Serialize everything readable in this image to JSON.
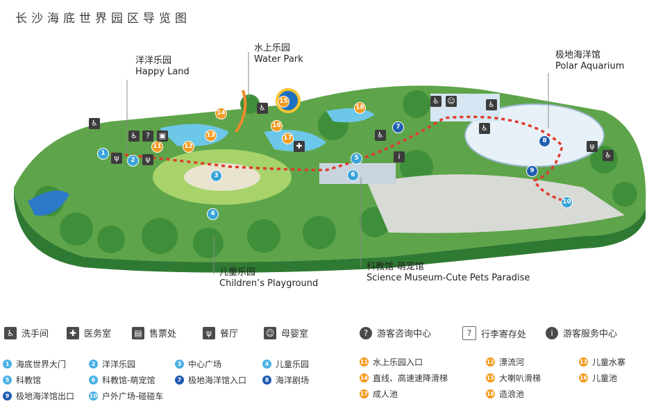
{
  "title": "长沙海底世界园区导览图",
  "areas": [
    {
      "zh": "洋洋乐园",
      "en": "Happy Land"
    },
    {
      "zh": "水上乐园",
      "en": "Water Park"
    },
    {
      "zh": "极地海洋馆",
      "en": "Polar Aquarium"
    },
    {
      "zh": "儿童乐园",
      "en": "Children’s Playground"
    },
    {
      "zh": "科教馆-萌宠馆",
      "en": "Science Museum-Cute Pets Paradise"
    }
  ],
  "facilities": [
    {
      "label": "洗手间",
      "icon": "restroom-icon"
    },
    {
      "label": "医务室",
      "icon": "medical-cross-icon"
    },
    {
      "label": "售票处",
      "icon": "ticket-office-icon"
    },
    {
      "label": "餐厅",
      "icon": "restaurant-icon"
    },
    {
      "label": "母婴室",
      "icon": "baby-care-icon"
    },
    {
      "label": "游客咨询中心",
      "icon": "question-icon"
    },
    {
      "label": "行李寄存处",
      "icon": "luggage-icon"
    },
    {
      "label": "游客服务中心",
      "icon": "info-icon"
    }
  ],
  "spots": [
    {
      "num": "1",
      "label": "海底世界大门",
      "color": "blue"
    },
    {
      "num": "2",
      "label": "洋洋乐园",
      "color": "blue"
    },
    {
      "num": "3",
      "label": "中心广场",
      "color": "blue"
    },
    {
      "num": "4",
      "label": "儿童乐园",
      "color": "blue"
    },
    {
      "num": "5",
      "label": "科教馆",
      "color": "blue"
    },
    {
      "num": "6",
      "label": "科教馆-萌宠馆",
      "color": "blue"
    },
    {
      "num": "7",
      "label": "极地海洋馆入口",
      "color": "dark"
    },
    {
      "num": "8",
      "label": "海洋剧场",
      "color": "dark"
    },
    {
      "num": "9",
      "label": "极地海洋馆出口",
      "color": "dark"
    },
    {
      "num": "10",
      "label": "户外广场-碰碰车",
      "color": "blue"
    },
    {
      "num": "11",
      "label": "水上乐园入口",
      "color": "orange"
    },
    {
      "num": "12",
      "label": "漂流河",
      "color": "orange"
    },
    {
      "num": "13",
      "label": "儿童水寨",
      "color": "orange"
    },
    {
      "num": "14",
      "label": "直线、高速速降滑梯",
      "color": "orange"
    },
    {
      "num": "15",
      "label": "大喇叭滑梯",
      "color": "orange"
    },
    {
      "num": "16",
      "label": "儿童池",
      "color": "orange"
    },
    {
      "num": "17",
      "label": "成人池",
      "color": "orange"
    },
    {
      "num": "18",
      "label": "造浪池",
      "color": "orange"
    }
  ]
}
